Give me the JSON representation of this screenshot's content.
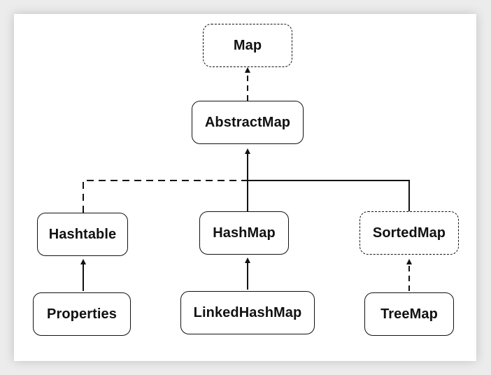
{
  "diagram": {
    "nodes": {
      "map": {
        "label": "Map",
        "style": "dashed"
      },
      "abstractmap": {
        "label": "AbstractMap",
        "style": "solid"
      },
      "hashtable": {
        "label": "Hashtable",
        "style": "solid"
      },
      "hashmap": {
        "label": "HashMap",
        "style": "solid"
      },
      "sortedmap": {
        "label": "SortedMap",
        "style": "dashed"
      },
      "properties": {
        "label": "Properties",
        "style": "solid"
      },
      "linkedhashmap": {
        "label": "LinkedHashMap",
        "style": "solid"
      },
      "treemap": {
        "label": "TreeMap",
        "style": "solid"
      }
    },
    "edges": [
      {
        "from": "AbstractMap",
        "to": "Map",
        "style": "dashed"
      },
      {
        "from": "Hashtable",
        "to": "AbstractMap",
        "style": "dashed"
      },
      {
        "from": "HashMap",
        "to": "AbstractMap",
        "style": "solid"
      },
      {
        "from": "SortedMap",
        "to": "AbstractMap",
        "style": "solid"
      },
      {
        "from": "Properties",
        "to": "Hashtable",
        "style": "solid"
      },
      {
        "from": "LinkedHashMap",
        "to": "HashMap",
        "style": "solid"
      },
      {
        "from": "TreeMap",
        "to": "SortedMap",
        "style": "dashed"
      }
    ],
    "colors": {
      "stroke": "#111111",
      "background": "#ffffff",
      "page": "#ececec"
    }
  }
}
